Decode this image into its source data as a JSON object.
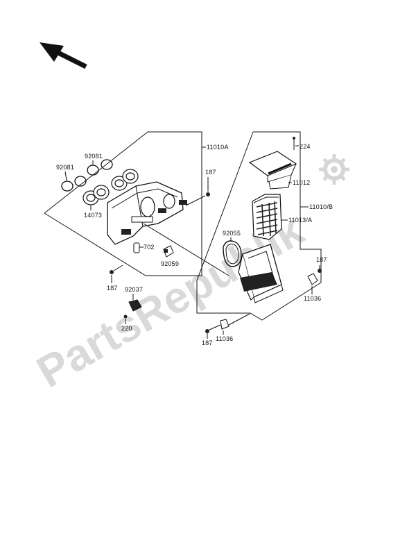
{
  "diagram": {
    "watermark": "PartsRepublik",
    "part_numbers": {
      "p92081_left": "92081",
      "p92081_top": "92081",
      "p14073": "14073",
      "p11010A": "11010A",
      "p187_a": "187",
      "p702": "702",
      "p92059": "92059",
      "p187_b": "187",
      "p92037": "92037",
      "p220": "220",
      "p224": "224",
      "p11012": "11012",
      "p11010B": "11010/B",
      "p11013A": "11013/A",
      "p92055": "92055",
      "p187_c": "187",
      "p11036_right": "11036",
      "p187_d": "187",
      "p11036_bottom": "11036"
    }
  }
}
